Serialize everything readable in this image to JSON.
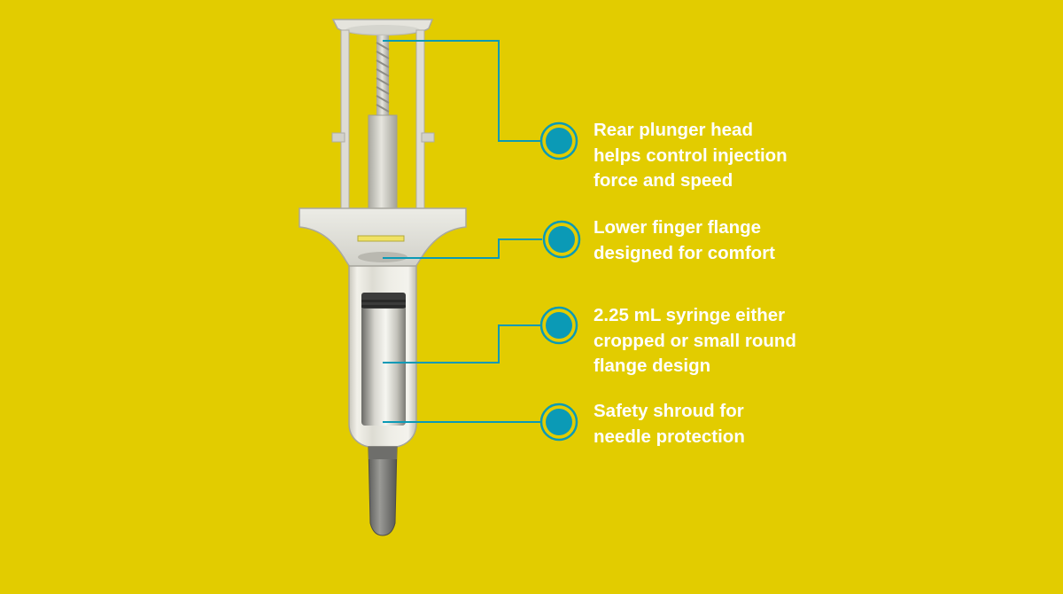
{
  "colors": {
    "background": "#e2cc00",
    "accent": "#0b9ab6",
    "text": "#ffffff"
  },
  "callouts": [
    {
      "icon": "dot-marker-icon",
      "lines": [
        "Rear plunger head",
        "helps control injection",
        "force and speed"
      ]
    },
    {
      "icon": "dot-marker-icon",
      "lines": [
        "Lower finger flange",
        "designed for comfort"
      ]
    },
    {
      "icon": "dot-marker-icon",
      "lines": [
        "2.25 mL syringe either",
        "cropped or small round",
        "flange design"
      ]
    },
    {
      "icon": "dot-marker-icon",
      "lines": [
        "Safety shroud for",
        "needle protection"
      ]
    }
  ]
}
